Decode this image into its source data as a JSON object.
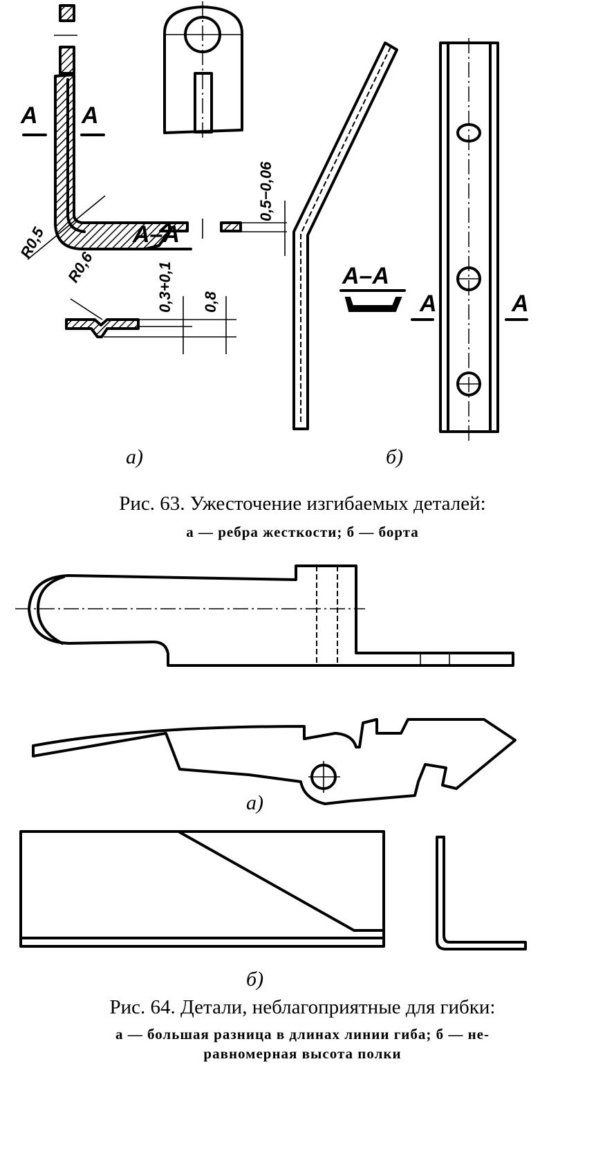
{
  "fig63": {
    "part_a": {
      "section_mark_left": "А",
      "section_mark_right": "А",
      "radius_1": "R0,5",
      "thickness_dim": "0,5−0,06",
      "section_title": "А–А",
      "radius_2": "R0,6",
      "rib_dim": "0,3+0,1",
      "total_dim": "0,8",
      "sublabel": "а)"
    },
    "part_b": {
      "section_title": "А–А",
      "section_mark_left": "А",
      "section_mark_right": "А",
      "sublabel": "б)"
    },
    "caption_title": "Рис. 63. Ужесточение изгибаемых деталей:",
    "caption_legend": "а — ребра жесткости; б — борта"
  },
  "fig64": {
    "sublabel_a": "а)",
    "sublabel_b": "б)",
    "caption_title": "Рис. 64. Детали, неблагоприятные для гибки:",
    "caption_legend_1": "а — большая разница в длинах линии гиба; б — не-",
    "caption_legend_2": "равномерная высота полки"
  }
}
